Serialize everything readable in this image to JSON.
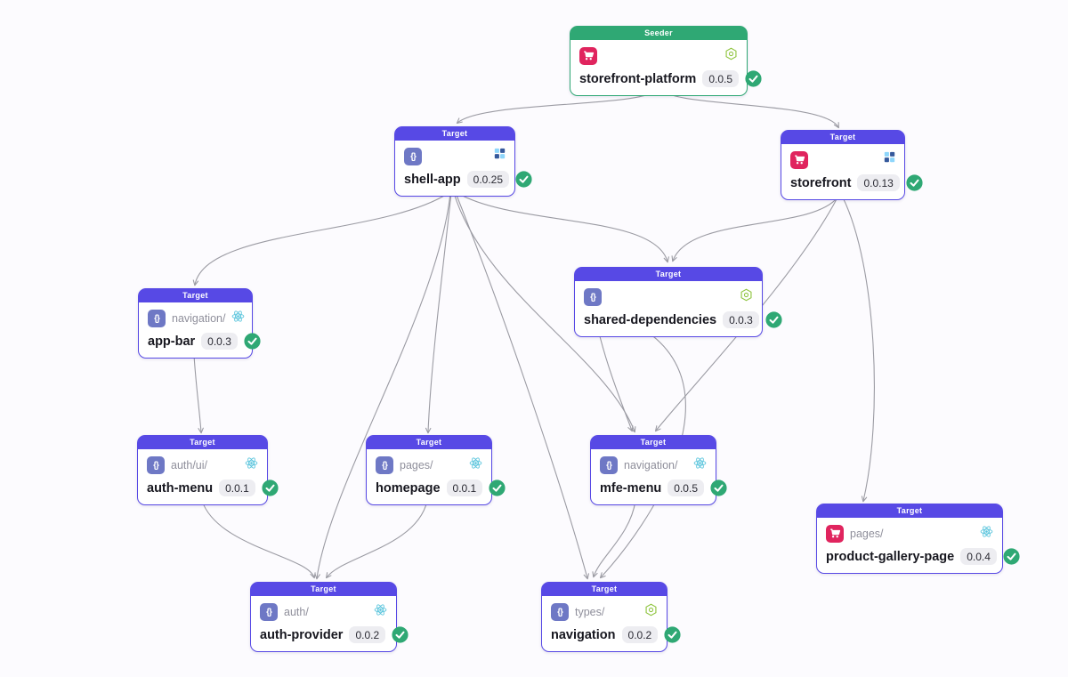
{
  "canvas": {
    "background": "#fcfbfe",
    "node_kinds": [
      "Seeder",
      "Target"
    ]
  },
  "colors": {
    "seeder_green": "#2fa874",
    "target_indigo": "#5749e5",
    "cart_pink": "#e0245e",
    "braces_indigo": "#6e78c5",
    "react_cyan": "#58c4dc",
    "hexagon_green": "#8fc43f",
    "check_green": "#2fa874",
    "edge_gray": "#9b9ba3",
    "version_badge_bg": "#ededf1",
    "card_bg": "#ffffff"
  },
  "icons": {
    "braces_glyph": "{}",
    "app_icon_cart": "shopping-cart",
    "app_icon_braces": "curly-braces",
    "bundler_react": "react-atom",
    "bundler_hexagon": "green-hexagon",
    "bundler_rspack": "rspack-logo",
    "status_check": "check-circle"
  },
  "nodes": [
    {
      "id": "storefront-platform",
      "kind": "Seeder",
      "prefix": "",
      "name": "storefront-platform",
      "version": "0.0.5",
      "app_icon": "cart",
      "bundler_icon": "hexagon"
    },
    {
      "id": "shell-app",
      "kind": "Target",
      "prefix": "",
      "name": "shell-app",
      "version": "0.0.25",
      "app_icon": "braces",
      "bundler_icon": "rspack"
    },
    {
      "id": "storefront",
      "kind": "Target",
      "prefix": "",
      "name": "storefront",
      "version": "0.0.13",
      "app_icon": "cart",
      "bundler_icon": "rspack"
    },
    {
      "id": "shared-dependencies",
      "kind": "Target",
      "prefix": "",
      "name": "shared-dependencies",
      "version": "0.0.3",
      "app_icon": "braces",
      "bundler_icon": "hexagon"
    },
    {
      "id": "app-bar",
      "kind": "Target",
      "prefix": "navigation/",
      "name": "app-bar",
      "version": "0.0.3",
      "app_icon": "braces",
      "bundler_icon": "react"
    },
    {
      "id": "auth-menu",
      "kind": "Target",
      "prefix": "auth/ui/",
      "name": "auth-menu",
      "version": "0.0.1",
      "app_icon": "braces",
      "bundler_icon": "react"
    },
    {
      "id": "homepage",
      "kind": "Target",
      "prefix": "pages/",
      "name": "homepage",
      "version": "0.0.1",
      "app_icon": "braces",
      "bundler_icon": "react"
    },
    {
      "id": "mfe-menu",
      "kind": "Target",
      "prefix": "navigation/",
      "name": "mfe-menu",
      "version": "0.0.5",
      "app_icon": "braces",
      "bundler_icon": "react"
    },
    {
      "id": "product-gallery-page",
      "kind": "Target",
      "prefix": "pages/",
      "name": "product-gallery-page",
      "version": "0.0.4",
      "app_icon": "cart",
      "bundler_icon": "react"
    },
    {
      "id": "auth-provider",
      "kind": "Target",
      "prefix": "auth/",
      "name": "auth-provider",
      "version": "0.0.2",
      "app_icon": "braces",
      "bundler_icon": "react"
    },
    {
      "id": "navigation",
      "kind": "Target",
      "prefix": "types/",
      "name": "navigation",
      "version": "0.0.2",
      "app_icon": "braces",
      "bundler_icon": "hexagon"
    }
  ],
  "edges": [
    {
      "from": "storefront-platform",
      "to": "shell-app"
    },
    {
      "from": "storefront-platform",
      "to": "storefront"
    },
    {
      "from": "shell-app",
      "to": "navigation/app-bar"
    },
    {
      "from": "shell-app",
      "to": "pages/homepage"
    },
    {
      "from": "shell-app",
      "to": "shared-dependencies"
    },
    {
      "from": "shell-app",
      "to": "navigation/mfe-menu"
    },
    {
      "from": "shell-app",
      "to": "auth/auth-provider"
    },
    {
      "from": "shell-app",
      "to": "types/navigation"
    },
    {
      "from": "storefront",
      "to": "shared-dependencies"
    },
    {
      "from": "storefront",
      "to": "navigation/mfe-menu"
    },
    {
      "from": "storefront",
      "to": "pages/product-gallery-page"
    },
    {
      "from": "shared-dependencies",
      "to": "navigation/mfe-menu"
    },
    {
      "from": "shared-dependencies",
      "to": "types/navigation"
    },
    {
      "from": "navigation/app-bar",
      "to": "auth/ui/auth-menu"
    },
    {
      "from": "auth/ui/auth-menu",
      "to": "auth/auth-provider"
    },
    {
      "from": "pages/homepage",
      "to": "auth/auth-provider"
    },
    {
      "from": "navigation/mfe-menu",
      "to": "types/navigation"
    }
  ]
}
